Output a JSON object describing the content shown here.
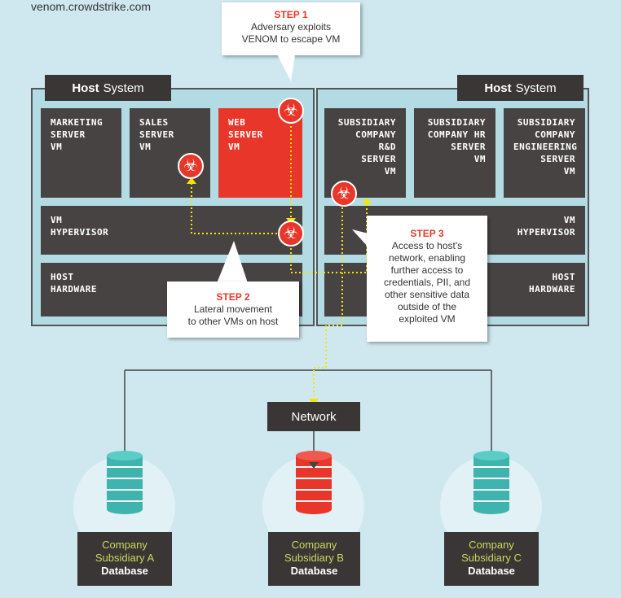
{
  "source": "venom.crowdstrike.com",
  "hosts": {
    "label_bold": "Host",
    "label_rest": "System"
  },
  "left_host": {
    "vms": [
      {
        "name": "MARKETING\nSERVER\nVM"
      },
      {
        "name": "SALES\nSERVER\nVM"
      },
      {
        "name": "WEB\nSERVER\nVM"
      }
    ],
    "hypervisor": "VM\nHYPERVISOR",
    "hardware": "HOST\nHARDWARE"
  },
  "right_host": {
    "vms": [
      {
        "name": "SUBSIDIARY\nCOMPANY R&D\nSERVER\nVM"
      },
      {
        "name": "SUBSIDIARY\nCOMPANY HR\nSERVER\nVM"
      },
      {
        "name": "SUBSIDIARY\nCOMPANY\nENGINEERING\nSERVER\nVM"
      }
    ],
    "hypervisor": "VM\nHYPERVISOR",
    "hardware": "HOST\nHARDWARE"
  },
  "steps": [
    {
      "title": "STEP 1",
      "text": "Adversary exploits\nVENOM to escape VM"
    },
    {
      "title": "STEP 2",
      "text": "Lateral movement\nto other VMs on host"
    },
    {
      "title": "STEP 3",
      "text": "Access to host's\nnetwork, enabling\nfurther access to\ncredentials, PII, and\nother sensitive data\noutside of the\nexploited VM"
    }
  ],
  "network": "Network",
  "databases": [
    {
      "line1": "Company",
      "line2": "Subsidiary A",
      "line3": "Database",
      "color": "#3fb3ad"
    },
    {
      "line1": "Company",
      "line2": "Subsidiary B",
      "line3": "Database",
      "color": "#e8372a"
    },
    {
      "line1": "Company",
      "line2": "Subsidiary C",
      "line3": "Database",
      "color": "#3fb3ad"
    }
  ],
  "colors": {
    "background": "#cfe8ef",
    "host_panel": "#b3dbe3",
    "box": "#484343",
    "compromised": "#e8372a",
    "step": "#e03a2a",
    "path": "#f2e600",
    "db_label": "#c9d85a"
  }
}
